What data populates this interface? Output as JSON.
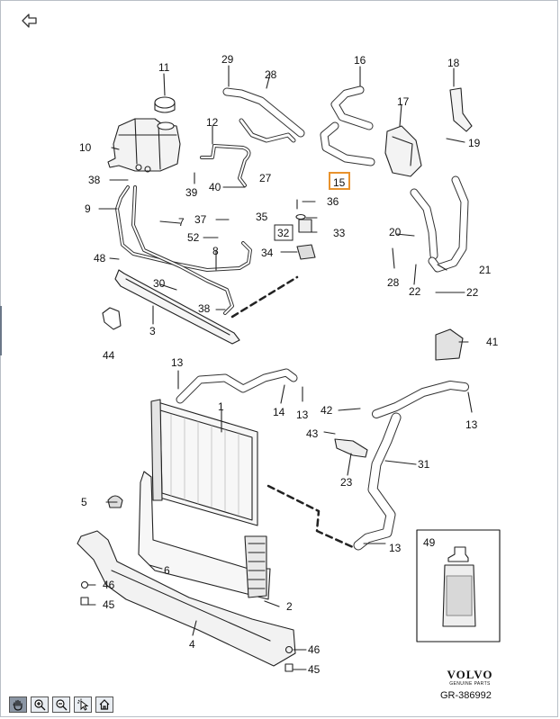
{
  "viewer": {
    "back_button": "back-arrow-icon",
    "toolbar": [
      {
        "name": "pan-tool-button",
        "icon": "hand-icon",
        "active": true
      },
      {
        "name": "zoom-in-button",
        "icon": "zoom-in-icon",
        "active": false
      },
      {
        "name": "zoom-out-button",
        "icon": "zoom-out-icon",
        "active": false
      },
      {
        "name": "select-pointer-button",
        "icon": "pointer-icon",
        "active": false
      },
      {
        "name": "home-button",
        "icon": "home-icon",
        "active": false
      }
    ],
    "highlight_color": "#e8922d"
  },
  "brand": {
    "name": "VOLVO",
    "tagline": "GENUINE PARTS"
  },
  "reference": "GR-386992",
  "callouts": {
    "c1": "1",
    "c2": "2",
    "c3": "3",
    "c4": "4",
    "c5": "5",
    "c6": "6",
    "c7": "7",
    "c8": "8",
    "c9": "9",
    "c10": "10",
    "c11": "11",
    "c12": "12",
    "c13a": "13",
    "c13b": "13",
    "c13c": "13",
    "c13d": "13",
    "c14": "14",
    "c15": "15",
    "c16": "16",
    "c17": "17",
    "c18": "18",
    "c19": "19",
    "c20": "20",
    "c21": "21",
    "c22a": "22",
    "c22b": "22",
    "c23": "23",
    "c27": "27",
    "c28a": "28",
    "c28b": "28",
    "c29": "29",
    "c30": "30",
    "c31": "31",
    "c32": "32",
    "c33": "33",
    "c34": "34",
    "c35": "35",
    "c36": "36",
    "c37": "37",
    "c38a": "38",
    "c38b": "38",
    "c39": "39",
    "c40": "40",
    "c41": "41",
    "c42": "42",
    "c43": "43",
    "c44": "44",
    "c45a": "45",
    "c45b": "45",
    "c46a": "46",
    "c46b": "46",
    "c48": "48",
    "c49": "49",
    "c52": "52"
  }
}
